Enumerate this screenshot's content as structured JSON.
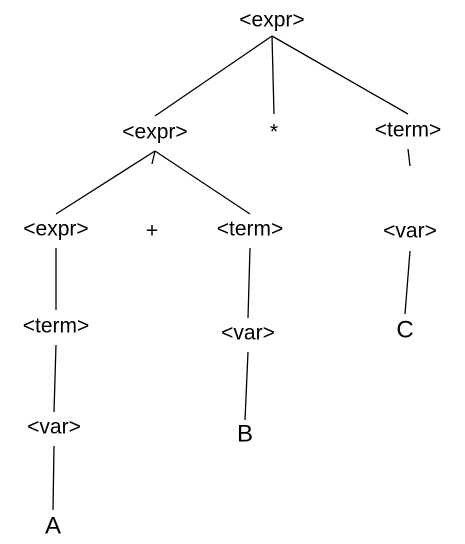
{
  "diagram": {
    "nodes": [
      {
        "id": "root_expr",
        "name": "node-root-expr",
        "label": "<expr>"
      },
      {
        "id": "expr_l1",
        "name": "node-expr-level1",
        "label": "<expr>"
      },
      {
        "id": "star",
        "name": "node-times-operator",
        "label": "*"
      },
      {
        "id": "term_r1",
        "name": "node-term-right",
        "label": "<term>"
      },
      {
        "id": "expr_l2",
        "name": "node-expr-level2",
        "label": "<expr>"
      },
      {
        "id": "plus",
        "name": "node-plus-operator",
        "label": "+"
      },
      {
        "id": "term_m2",
        "name": "node-term-middle",
        "label": "<term>"
      },
      {
        "id": "var_r2",
        "name": "node-var-right",
        "label": "<var>"
      },
      {
        "id": "term_l3",
        "name": "node-term-left",
        "label": "<term>"
      },
      {
        "id": "var_m3",
        "name": "node-var-middle",
        "label": "<var>"
      },
      {
        "id": "leaf_c",
        "name": "node-leaf-c",
        "label": "C"
      },
      {
        "id": "var_l4",
        "name": "node-var-left",
        "label": "<var>"
      },
      {
        "id": "leaf_b",
        "name": "node-leaf-b",
        "label": "B"
      },
      {
        "id": "leaf_a",
        "name": "node-leaf-a",
        "label": "A"
      }
    ],
    "edges": [
      [
        "root_expr",
        "expr_l1"
      ],
      [
        "root_expr",
        "star"
      ],
      [
        "root_expr",
        "term_r1"
      ],
      [
        "expr_l1",
        "expr_l2"
      ],
      [
        "expr_l1",
        "plus"
      ],
      [
        "expr_l1",
        "term_m2"
      ],
      [
        "term_r1",
        "var_r2"
      ],
      [
        "expr_l2",
        "term_l3"
      ],
      [
        "term_m2",
        "var_m3"
      ],
      [
        "var_r2",
        "leaf_c"
      ],
      [
        "term_l3",
        "var_l4"
      ],
      [
        "var_m3",
        "leaf_b"
      ],
      [
        "var_l4",
        "leaf_a"
      ]
    ]
  }
}
